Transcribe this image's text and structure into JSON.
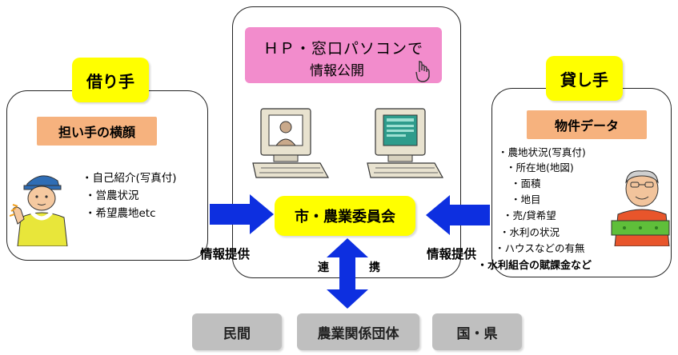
{
  "center": {
    "hp_line1": "ＨＰ・窓口パソコンで",
    "hp_line2": "情報公開",
    "committee": "市・農業委員会",
    "coop_left": "連",
    "coop_right": "携"
  },
  "borrower": {
    "title": "借り手",
    "subtitle": "担い手の横顔",
    "items": [
      "・自己紹介(写真付)",
      "・営農状況",
      "・希望農地etc"
    ]
  },
  "lender": {
    "title": "貸し手",
    "subtitle": "物件データ",
    "items": [
      "・農地状況(写真付)",
      "・所在地(地図)",
      "・面積",
      "・地目",
      "・売/貸希望",
      "・水利の状況",
      "・ハウスなどの有無",
      "・水利組合の賦課金など"
    ]
  },
  "flows": {
    "left_label": "情報提供",
    "right_label": "情報提供"
  },
  "partners": [
    "民間",
    "農業関係団体",
    "国・県"
  ],
  "colors": {
    "yellow": "#ffff00",
    "pink": "#f28ccc",
    "orange": "#f6b27e",
    "blue": "#0d2fe0",
    "gray": "#bfbfbf"
  }
}
